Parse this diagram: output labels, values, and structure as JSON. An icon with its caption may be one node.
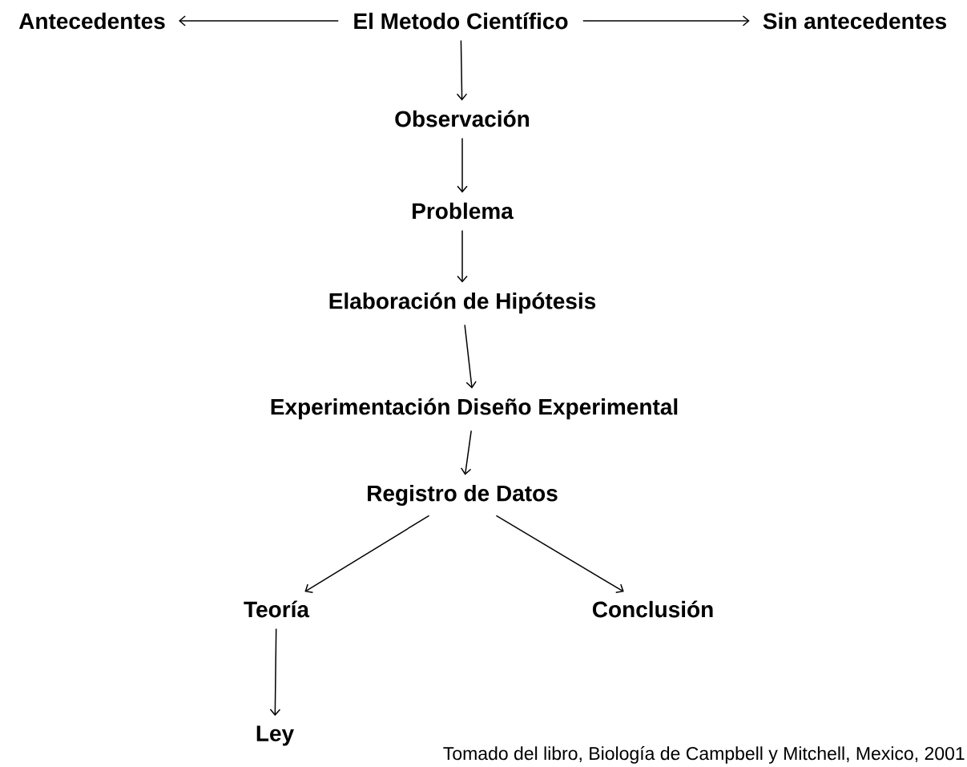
{
  "diagram": {
    "caption": "Tomado del libro, Biología de Campbell y Mitchell, Mexico, 2001",
    "nodes": [
      {
        "text": [
          "El Metodo Científico"
        ]
      },
      {
        "text": [
          "Antecedentes"
        ]
      },
      {
        "text": [
          "Sin antecedentes"
        ]
      },
      {
        "text": [
          "Observación"
        ]
      },
      {
        "text": [
          "Problema"
        ]
      },
      {
        "text": [
          "Elaboración de Hipótesis"
        ]
      },
      {
        "text": [
          "Experimentación Diseño Experimental"
        ]
      },
      {
        "text": [
          "Registro de Datos"
        ]
      },
      {
        "text": [
          "Teoría"
        ]
      },
      {
        "text": [
          "Conclusión"
        ]
      },
      {
        "text": [
          "Ley"
        ]
      }
    ],
    "edges": [
      {
        "from": 0,
        "to": 1,
        "arrow": "to"
      },
      {
        "from": 0,
        "to": 2,
        "arrow": "to"
      },
      {
        "from": 0,
        "to": 3,
        "arrow": "to"
      },
      {
        "from": 3,
        "to": 4,
        "arrow": "to"
      },
      {
        "from": 4,
        "to": 5,
        "arrow": "to"
      },
      {
        "from": 5,
        "to": 6,
        "arrow": "to"
      },
      {
        "from": 6,
        "to": 7,
        "arrow": "to"
      },
      {
        "from": 7,
        "to": 8,
        "arrow": "to"
      },
      {
        "from": 7,
        "to": 9,
        "arrow": "to"
      },
      {
        "from": 8,
        "to": 10,
        "arrow": "to"
      }
    ]
  }
}
